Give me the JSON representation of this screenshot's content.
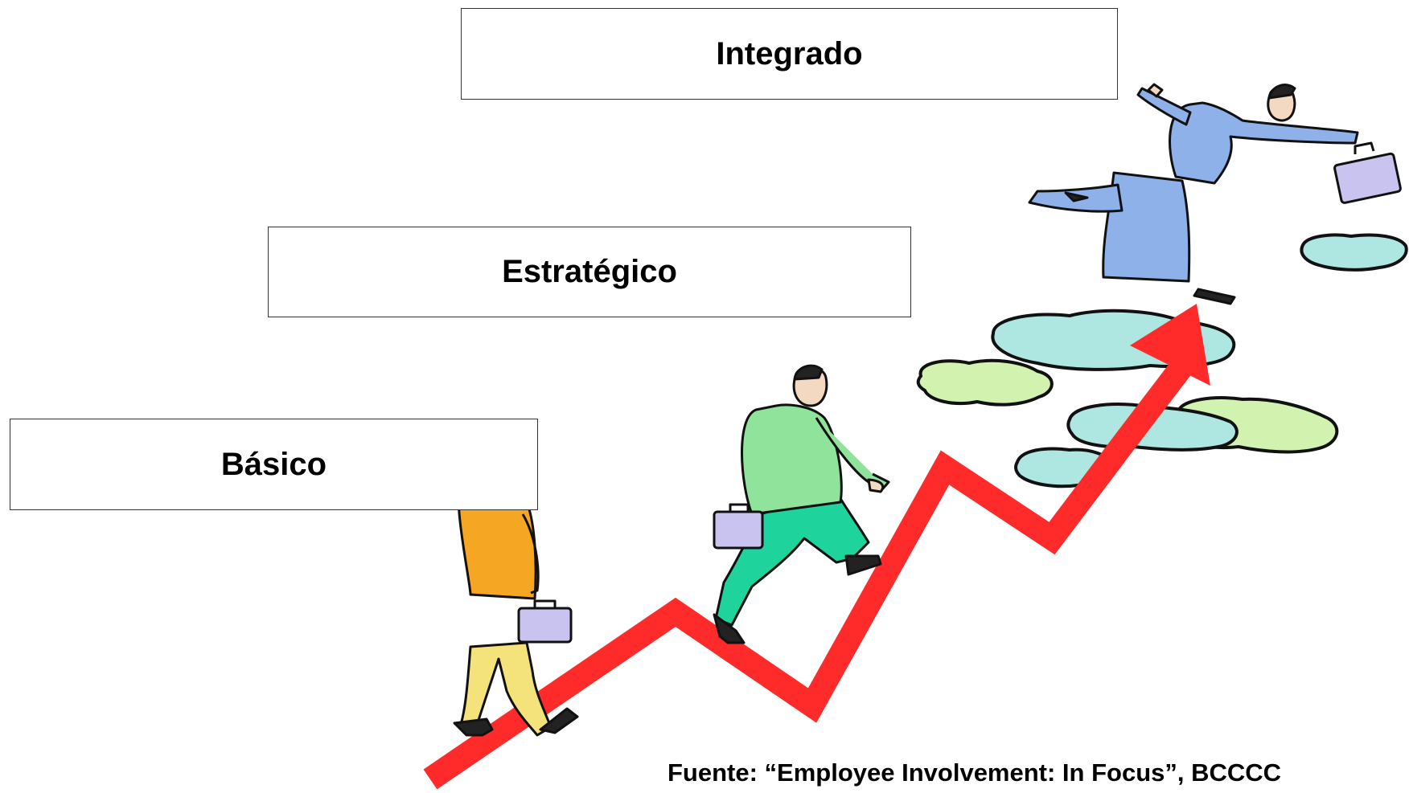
{
  "levels": [
    {
      "label": "Integrado"
    },
    {
      "label": "Estratégico"
    },
    {
      "label": "Básico"
    }
  ],
  "source": "Fuente: “Employee Involvement: In Focus”, BCCCC",
  "colors": {
    "arrow": "#ff2a2a",
    "cloud_blue": "#aee6e2",
    "cloud_green": "#d2f2b0",
    "person1_jacket": "#f5a623",
    "person1_pants": "#f3e37a",
    "person2_jacket": "#8fe39a",
    "person2_pants": "#1ed39c",
    "person3_suit": "#8fb1ea",
    "briefcase": "#c9c4ef"
  },
  "icons": [
    "rising-arrow",
    "walking-businessman",
    "climbing-businessman",
    "leaping-businessman",
    "briefcase-icon",
    "cloud-icon"
  ]
}
